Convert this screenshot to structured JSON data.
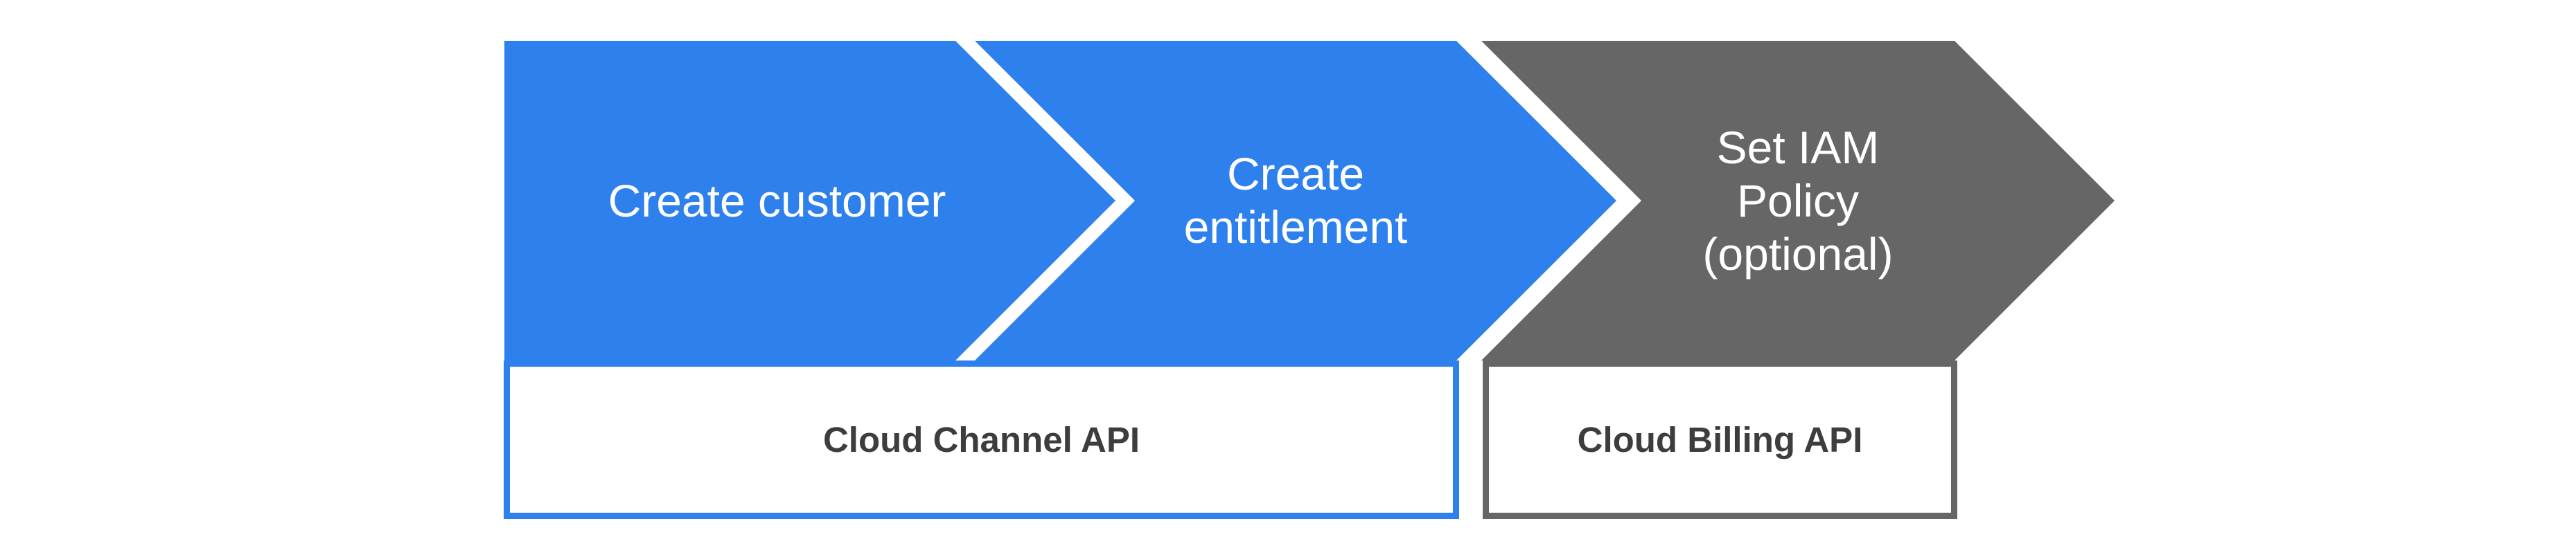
{
  "background_color": "#ffffff",
  "diagram": {
    "type": "process-flow",
    "steps": [
      {
        "label": "Create customer",
        "fill": "#2e81ec",
        "text_color": "#ffffff"
      },
      {
        "label": "Create\nentitlement",
        "fill": "#2e81ec",
        "text_color": "#ffffff"
      },
      {
        "label": "Set IAM\nPolicy\n(optional)",
        "fill": "#666666",
        "text_color": "#ffffff"
      }
    ],
    "api_boxes": [
      {
        "label": "Cloud Channel API",
        "border_color": "#2e81ec",
        "text_color": "#3d3d3d"
      },
      {
        "label": "Cloud Billing API",
        "border_color": "#666666",
        "text_color": "#3d3d3d"
      }
    ]
  }
}
